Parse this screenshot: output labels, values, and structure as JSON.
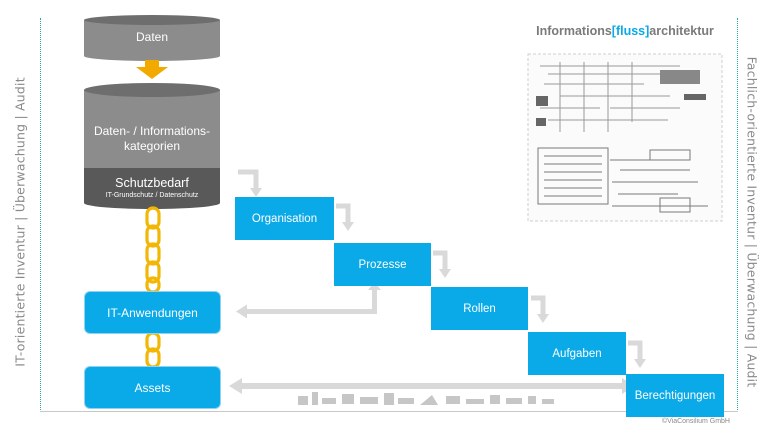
{
  "sides": {
    "left": "IT-orientierte Inventur | Überwachung | Audit",
    "right": "Fachlich-orientierte Inventur | Überwachung | Audit"
  },
  "cylinder_top": {
    "label": "Daten"
  },
  "cylinder_main": {
    "label_line1": "Daten- / Informations-",
    "label_line2": "kategorien",
    "protection_title": "Schutzbedarf",
    "protection_sub": "IT-Grundschutz / Datenschutz"
  },
  "left_boxes": {
    "apps": "IT-Anwendungen",
    "assets": "Assets"
  },
  "steps": [
    "Organisation",
    "Prozesse",
    "Rollen",
    "Aufgaben",
    "Berechtigungen"
  ],
  "title": {
    "part1": "Informations",
    "part2": "[fluss]",
    "part3": "architektur"
  },
  "copyright": "©ViaConsilium GmbH",
  "colors": {
    "accent": "#0aa9e8",
    "chain": "#f2b705",
    "cylinder_gray": "#8c8c8c",
    "cylinder_dark": "#595959",
    "arrow_gray": "#d9d9d9"
  }
}
